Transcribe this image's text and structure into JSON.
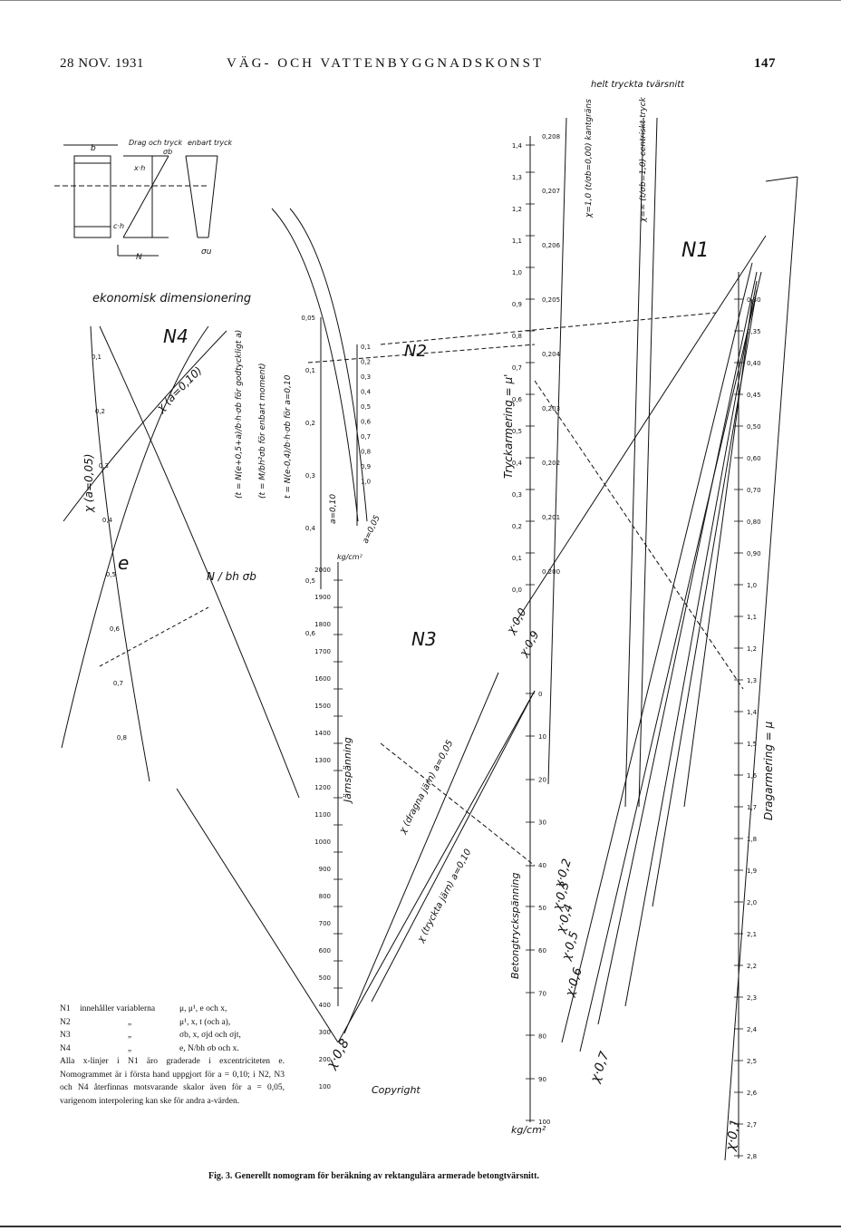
{
  "header": {
    "left": "28 NOV. 1931",
    "center": "VÄG- OCH VATTENBYGGNADSKONST",
    "right": "147"
  },
  "labels": {
    "helt_tryckta": "helt tryckta tvärsnitt",
    "ekonomisk": "ekonomisk dimensionering",
    "drag_och_tryck": "Drag och tryck",
    "enbart_tryck": "enbart tryck",
    "sigma_b": "σb",
    "sigma_u": "σu",
    "N": "N",
    "b": "b",
    "xh": "x·h",
    "ch": "c·h",
    "N1": "N1",
    "N2": "N2",
    "N3": "N3",
    "N4": "N4",
    "N_bh_sigma": "N / bh σb",
    "e": "e",
    "chi_a005": "χ (a=0,05)",
    "chi_a010": "χ (a=0,10)",
    "trycarmering": "Tryckarmering = μ'",
    "dragarmering": "Dragarmering = μ",
    "jarnspanning": "Järnspänning",
    "betongtryck": "Betongtryckspänning",
    "kgcm2": "kg/cm²",
    "kantgrans": "χ=1,0 (t/σb=0,00) kantgräns",
    "centriskt": "χ=∞ (t/σb=1,0) centriskt tryck",
    "chi_drag": "χ (dragna järn) a=0,05",
    "chi_tryck": "χ (tryckta järn) a=0,10",
    "t_formula1": "(t = N(e+0,5+a)/b·h·σb för godtyckligt a)",
    "t_formula2": "(t = M/bh²σb för enbart moment)",
    "t_formula3": "t = N(e-0,4)/b·h·σb för a=0,10",
    "chi_00": "χ·0,0",
    "chi_09": "χ·0,9",
    "chi_08": "χ·0,8",
    "chi_07": "χ·0,7",
    "chi_06": "χ·0,6",
    "chi_05": "χ·0,5",
    "chi_04": "χ·0,4",
    "chi_03": "χ·0,3",
    "chi_02": "χ·0,2",
    "chi_01": "χ·0,1",
    "a0": "a=0,10",
    "a05": "a=0,05"
  },
  "note": {
    "lines": [
      [
        "N1",
        "innehåller variablerna",
        "μ, μ¹, e och x,"
      ],
      [
        "N2",
        "„",
        "μ¹, x, t (och a),"
      ],
      [
        "N3",
        "„",
        "σb, x, σjd och σjt,"
      ],
      [
        "N4",
        "„",
        "e, N/bh σb och x."
      ]
    ],
    "text": "Alla x-linjer i N1 äro graderade i excentriciteten e. Nomogrammet är i första hand uppgjort för a = 0,10; i N2, N3 och N4 återfinnas motsvarande skalor även för a = 0,05, varigenom interpolering kan ske för andra a-värden."
  },
  "caption": "Fig. 3. Generellt nomogram för beräkning av rektangulära armerade betongtvärsnitt.",
  "copyright": "Copyright",
  "scales": {
    "trycarmering_ticks": [
      "1,4",
      "1,3",
      "1,2",
      "1,1",
      "1,0",
      "0,9",
      "0,8",
      "0,7",
      "0,6",
      "0,5",
      "0,4",
      "0,3",
      "0,2",
      "0,1",
      "0,0"
    ],
    "dragarmering_ticks": [
      "0,30",
      "0,35",
      "0,40",
      "0,45",
      "0,50",
      "0,60",
      "0,70",
      "0,80",
      "0,90",
      "1,0",
      "1,1",
      "1,2",
      "1,3",
      "1,4",
      "1,5",
      "1,6",
      "1,7",
      "1,8",
      "1,9",
      "2,0",
      "2,1",
      "2,2",
      "2,3",
      "2,4",
      "2,5",
      "2,6",
      "2,7",
      "2,8"
    ],
    "betong_ticks": [
      "0",
      "10",
      "20",
      "30",
      "40",
      "50",
      "60",
      "70",
      "80",
      "90",
      "100"
    ],
    "jarn_ticks": [
      "2000",
      "1900",
      "1800",
      "1700",
      "1600",
      "1500",
      "1400",
      "1300",
      "1200",
      "1100",
      "1000",
      "900",
      "800",
      "700",
      "600",
      "500",
      "400",
      "300",
      "200",
      "100"
    ],
    "n2_left_ticks": [
      "0,05",
      "0,1",
      "0,2",
      "0,3",
      "0,4",
      "0,5",
      "0,6"
    ],
    "n2_right_ticks": [
      "0,1",
      "0,2",
      "0,3",
      "0,4",
      "0,5",
      "0,6",
      "0,7",
      "0,8",
      "0,9",
      "1,0"
    ],
    "kant_ticks": [
      "0,208",
      "0,207",
      "0,206",
      "0,205",
      "0,204",
      "0,203",
      "0,202",
      "0,201",
      "0,200"
    ],
    "n4_ticks": [
      "0,1",
      "0,2",
      "0,3",
      "0,4",
      "0,5",
      "0,6",
      "0,7",
      "0,8"
    ]
  }
}
